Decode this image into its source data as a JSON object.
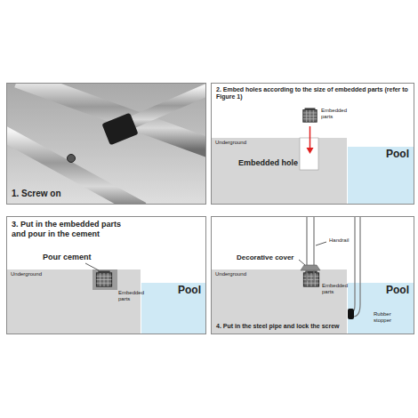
{
  "diagram": {
    "nodes": [
      {
        "text": [
          "1. Screw on"
        ]
      },
      {
        "text": [
          "2. Embed holes according to the size of embedded parts (refer to Figure 1)"
        ]
      },
      {
        "text": [
          "Underground",
          "Embedded hole"
        ],
        "in": 1
      },
      {
        "text": [
          "Pool"
        ],
        "in": 1
      },
      {
        "text": [
          "3. Put in the embedded parts and pour in the cement"
        ]
      },
      {
        "text": [
          "Underground"
        ],
        "in": 4
      },
      {
        "text": [
          "Pool"
        ],
        "in": 4
      },
      {
        "text": [
          "4. Put in the steel pipe and lock the screw"
        ]
      },
      {
        "text": [
          "Underground"
        ],
        "in": 7
      },
      {
        "text": [
          "Pool"
        ],
        "in": 7
      }
    ],
    "labels": [
      "Embedded parts",
      "Pour cement",
      "Embedded parts",
      "Decorative cover",
      "Handrail",
      "Embedded parts",
      "Rubber stopper"
    ]
  }
}
